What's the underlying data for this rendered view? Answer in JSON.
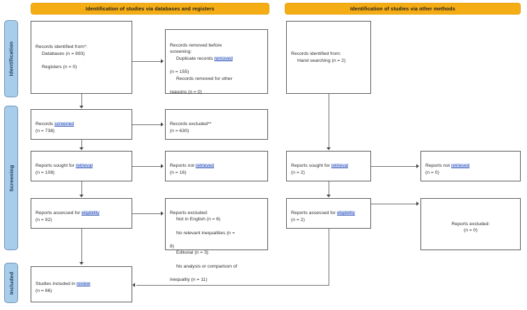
{
  "diagram": {
    "type": "PRISMA 2020 flow diagram",
    "headers": [
      {
        "id": "databases",
        "label": "Identification of studies via databases and registers"
      },
      {
        "id": "other",
        "label": "Identification of studies via other methods"
      }
    ],
    "stages": [
      {
        "id": "identification",
        "label": "Identification"
      },
      {
        "id": "screening",
        "label": "Screening"
      },
      {
        "id": "included",
        "label": "Included"
      }
    ],
    "boxes": {
      "records_identified": {
        "line1": "Records identified from*:",
        "line2": "Databases (n = 893)",
        "line3": "Registers (n = 0)"
      },
      "records_removed": {
        "line1": "Records removed before",
        "line2": "screening:",
        "line3": "Duplicate records",
        "link": "removed",
        "line3b": "(n = 155)",
        "line4": "Records removed for other",
        "line5": "reasons (n = 0)"
      },
      "records_screened": {
        "prefix": "Records ",
        "link": "screened",
        "count": "(n = 738)"
      },
      "records_excluded": {
        "label": "Records excluded**",
        "count": "(n = 630)"
      },
      "reports_sought": {
        "prefix": "Reports sought for ",
        "link": "retrieval",
        "count": "(n = 108)"
      },
      "reports_not_retrieved": {
        "prefix": "Reports not ",
        "link": "retrieved",
        "count": "(n = 16)"
      },
      "reports_assessed": {
        "prefix": "Reports assessed for ",
        "link": "eligibility",
        "count": "(n = 92)"
      },
      "reports_excluded": {
        "title": "Reports excluded:",
        "reasons": [
          "Not in English (n = 6)",
          "No relevant inequalities (n =",
          "8)",
          "Editorial (n = 3)",
          "No analysis or comparison of",
          "inequality (n = 11)"
        ]
      },
      "studies_included": {
        "prefix": "Studies included in ",
        "link": "review",
        "count": "(n = 66)"
      },
      "records_identified_other": {
        "line1": "Records identified from:",
        "line2": "Hand searching (n = 2)"
      },
      "reports_sought_other": {
        "prefix": "Reports sought for ",
        "link": "retrieval",
        "count": "(n = 2)"
      },
      "reports_not_retrieved_other": {
        "prefix": "Reports not ",
        "link": "retrieved",
        "count": "(n = 0)"
      },
      "reports_assessed_other": {
        "prefix": "Reports assessed for ",
        "link": "eligibility",
        "count": "(n = 2)"
      },
      "reports_excluded_other": {
        "title": "Reports excluded:",
        "count": "(n = 0)"
      }
    },
    "colors": {
      "header_fill": "#f5ad15",
      "stage_fill": "#a8cdeb",
      "box_border": "#595959",
      "link": "#1a3fb0"
    }
  }
}
